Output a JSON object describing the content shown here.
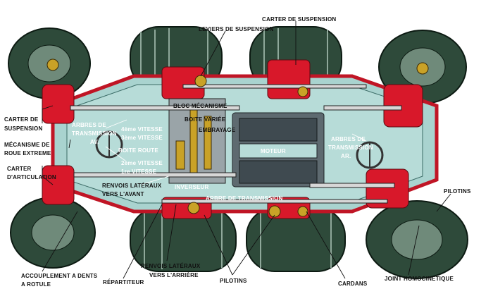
{
  "labels": {
    "carter_suspension_top": "CARTER DE SUSPENSION",
    "leviers_suspension": "LEVIERS DE SUSPENSION",
    "carter_suspension_left_1": "CARTER DE",
    "carter_suspension_left_2": "SUSPENSION",
    "mecanisme_roue_1": "MÉCANISME DE",
    "mecanisme_roue_2": "ROUE EXTREME",
    "carter_articulation_1": "CARTER",
    "carter_articulation_2": "D'ARTICULATION",
    "arbres_av_1": "ARBRES DE",
    "arbres_av_2": "TRANSMISSION",
    "arbres_av_3": "AV.",
    "vitesse_4": "4ème VITESSE",
    "vitesse_3": "3ème VITESSE",
    "boite_route": "BOITE ROUTE",
    "vitesse_2": "2ème VITESSE",
    "vitesse_1": "1re VITESSE",
    "bloc_mecanisme": "BLOC MÉCANISME",
    "boite_variee": "BOITE VARIÉE",
    "embrayage": "EMBRAYAGE",
    "moteur": "MOTEUR",
    "arbres_ar_1": "ARBRES DE",
    "arbres_ar_2": "TRANSMISSION",
    "arbres_ar_3": "AR.",
    "inverseur": "INVERSEUR",
    "arbre_transmission": "ARBRE DE TRANSMISSION",
    "renvois_av_1": "RENVOIS LATÉRAUX",
    "renvois_av_2": "VERS L'AVANT",
    "pilotins_right": "PILOTINS",
    "accouplement_1": "ACCOUPLEMENT A DENTS",
    "accouplement_2": "A ROTULE",
    "repartiteur": "RÉPARTITEUR",
    "renvois_ar_1": "RENVOIS LATÉRAUX",
    "renvois_ar_2": "VERS L'ARRIÈRE",
    "pilotins_bottom": "PILOTINS",
    "cardans": "CARDANS",
    "joint_homocinetique": "JOINT HOMOCINETIQUE"
  },
  "colors": {
    "hull": "#a9d3cf",
    "housing_red": "#d8182a",
    "tire": "#2e4a3a",
    "gear": "#c9a227",
    "engine": "#5e6a70"
  }
}
